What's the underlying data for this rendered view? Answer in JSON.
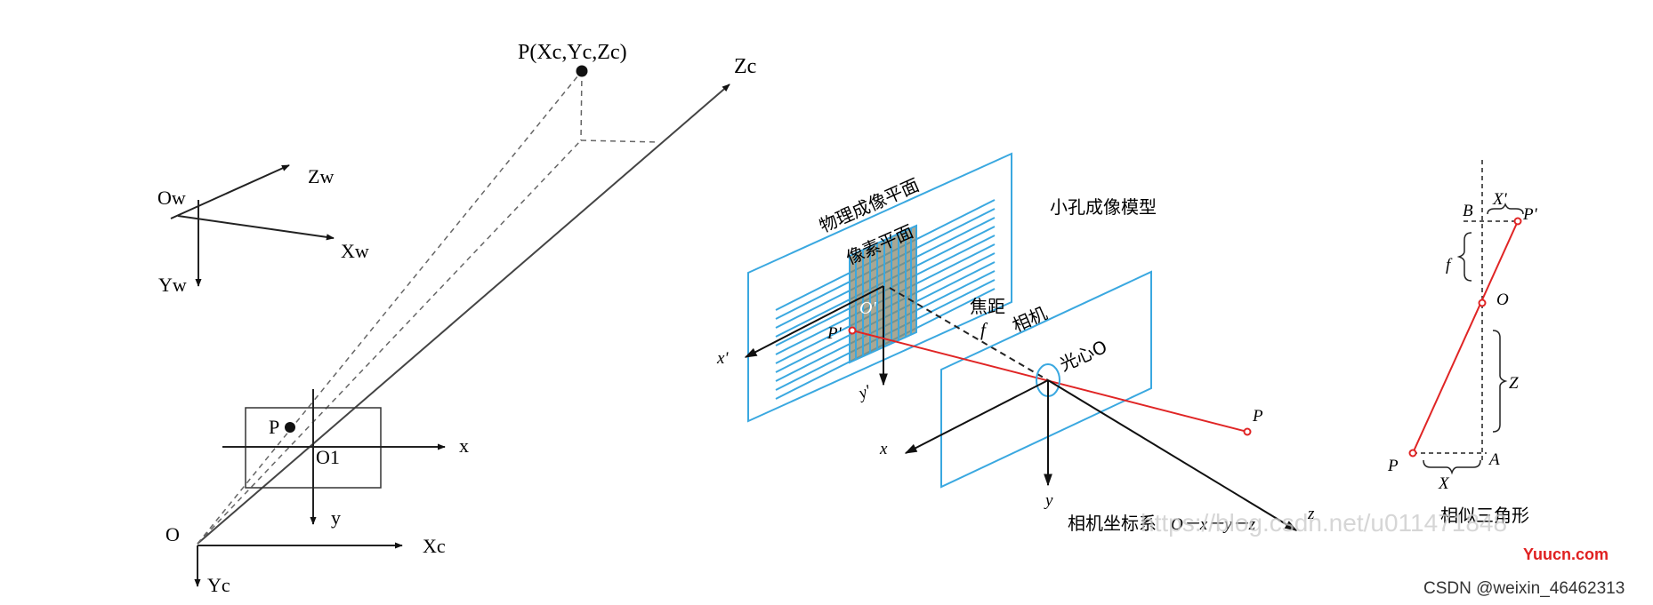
{
  "world_camera_diagram": {
    "point_label": "P(Xc,Yc,Zc)",
    "world_origin": "Ow",
    "world_axes": {
      "z": "Zw",
      "x": "Xw",
      "y": "Yw"
    },
    "image_point": "P",
    "image_center": "O1",
    "image_axes": {
      "x": "x",
      "y": "y"
    },
    "camera_origin": "O",
    "camera_axes": {
      "z": "Zc",
      "x": "Xc",
      "y": "Yc"
    }
  },
  "pinhole_diagram": {
    "title": "小孔成像模型",
    "physical_plane": "物理成像平面",
    "pixel_plane": "像素平面",
    "image_center": "O'",
    "image_point": "P'",
    "image_axes": {
      "x": "x'",
      "y": "y'"
    },
    "focal_length_label": "焦距",
    "focal_symbol": "f",
    "camera_label": "相机",
    "optical_center": "光心O",
    "object_point": "P",
    "camera_axes": {
      "x": "x",
      "y": "y",
      "z": "z"
    },
    "camera_frame_label": "相机坐标系",
    "camera_frame_formula": "O－x－y－z"
  },
  "similar_triangles": {
    "title": "相似三角形",
    "B": "B",
    "X_prime": "X'",
    "P_prime": "P'",
    "f": "f",
    "O": "O",
    "Z": "Z",
    "P": "P",
    "A": "A",
    "X": "X"
  },
  "watermarks": {
    "blog_url": "https://blog.csdn.net/u011471848",
    "site": "Yuucn.com",
    "author": "CSDN @weixin_46462313"
  },
  "colors": {
    "line": "#222222",
    "plane": "#3aa8e0",
    "ray": "#e02525",
    "site_watermark": "#e02020"
  }
}
